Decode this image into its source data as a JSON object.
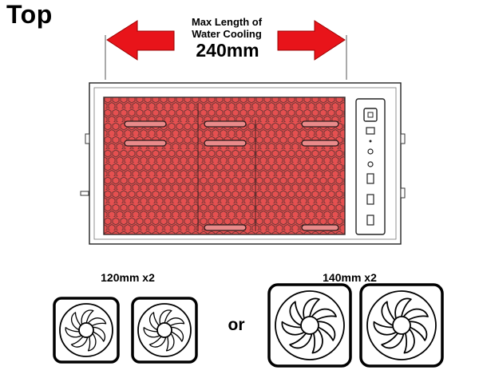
{
  "title": "Top",
  "max_length": {
    "line1": "Max Length of",
    "line2": "Water Cooling",
    "value": "240mm"
  },
  "fans": {
    "small_label": "120mm x2",
    "large_label": "140mm x2",
    "or_text": "or"
  },
  "colors": {
    "arrow": "#e8141a",
    "highlight": "#e24b4b"
  },
  "icons": [
    "left-arrow-icon",
    "right-arrow-icon",
    "fan-icon"
  ]
}
